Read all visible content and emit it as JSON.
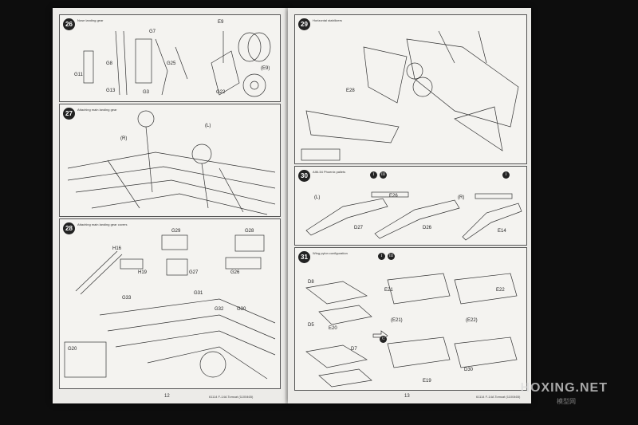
{
  "left_page": {
    "steps": [
      {
        "num": "26",
        "title": "Nose landing gear"
      },
      {
        "num": "27",
        "title": "Attaching main landing gear"
      },
      {
        "num": "28",
        "title": "Attaching main landing gear covers"
      }
    ],
    "labels": {
      "e9": "E9",
      "g7": "G7",
      "g8": "G8",
      "g13": "G13",
      "g11": "G11",
      "g25": "G25",
      "g3": "G3",
      "g22": "G22",
      "e9b": "(E9)",
      "r": "(R)",
      "l": "(L)",
      "g29": "G29",
      "g28": "G28",
      "h16": "H16",
      "h19": "H19",
      "g27": "G27",
      "g26": "G26",
      "g31": "G31",
      "g33": "G33",
      "g32": "G32",
      "g30": "G30",
      "g20": "G20"
    },
    "page_number": "12",
    "footer": "61114 F-14A Tomcat (1100465)"
  },
  "right_page": {
    "steps": [
      {
        "num": "29",
        "title": "Horizontal stabilizers"
      },
      {
        "num": "30",
        "title": "AIM-54 Phoenix pallets"
      },
      {
        "num": "31",
        "title": "Wing pylon configuration"
      }
    ],
    "labels": {
      "e28": "E28",
      "e26": "E26",
      "d27": "D27",
      "d26": "D26",
      "e14": "E14",
      "d8": "D8",
      "e21": "E21",
      "e22": "E22",
      "d5": "D5",
      "e20": "E20",
      "d7": "D7",
      "e19": "E19",
      "d30": "D30",
      "e21b": "(E21)",
      "e22b": "(E22)",
      "l": "(L)",
      "r": "(R)"
    },
    "roman": {
      "one": "I",
      "two": "II",
      "three": "III"
    },
    "page_number": "13",
    "footer": "61114 F-14A Tomcat (1100465)"
  },
  "watermark": "HOXING.NET",
  "watermark_sub": "模型网"
}
